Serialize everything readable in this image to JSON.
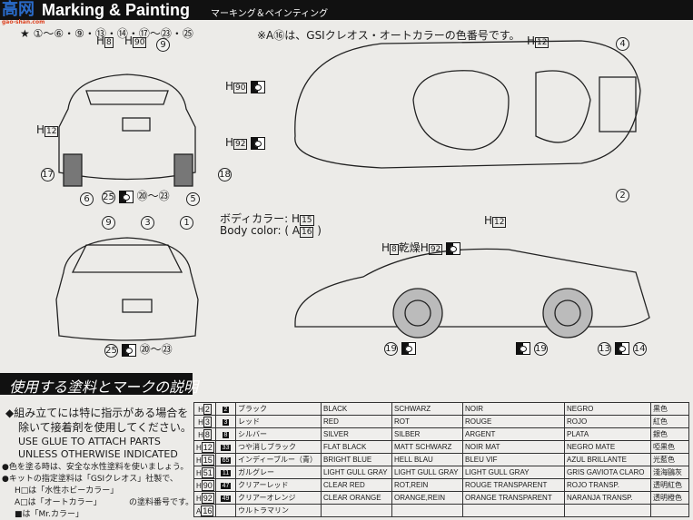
{
  "header": {
    "title": "Marking & Painting",
    "subtitle": "マーキング＆ペインティング",
    "logo": "高网",
    "logo_url": "gao-shan.com"
  },
  "markers_line": "★ ①～⑥・⑨・⑬・⑭・⑰～㉓・㉕",
  "auto_color_note": "※A⑯は、GSIクレオス・オートカラーの色番号です。",
  "rear_view": {
    "h8": "8",
    "h90_top": "90",
    "n9": "9",
    "h90_right": "90",
    "h12": "12",
    "h92": "92",
    "n17": "17",
    "n18": "18",
    "n6": "6",
    "n25": "25",
    "n20_23": "⑳～㉓",
    "n5": "5"
  },
  "front_view": {
    "n9": "9",
    "n3": "3",
    "n1": "1",
    "n25": "25",
    "n20_23": "⑳～㉓"
  },
  "top_view": {
    "h12_top": "12",
    "n4": "4",
    "n2": "2",
    "h12_bottom": "12"
  },
  "body_color": {
    "jp_label": "ボディカラー:",
    "jp_value": "15",
    "en_label": "Body color:",
    "en_value": "16"
  },
  "side_view": {
    "label_h8": "8",
    "dry": "乾燥",
    "label_h92": "92",
    "n19a": "19",
    "n19b": "19",
    "n13": "13",
    "n14": "14"
  },
  "section": {
    "title": "使用する塗料とマークの説明",
    "glue_jp1": "◆組み立てには特に指示がある場合を",
    "glue_jp2": "除いて接着剤を使用してください。",
    "glue_en1": "USE GLUE TO ATTACH PARTS",
    "glue_en2": "UNLESS OTHERWISE INDICATED",
    "safe_paint": "●色を塗る時は、安全な水性塗料を使いましょう。",
    "kit_paint": "●キットの指定塗料は「GSIクレオス」社製で、",
    "h_note": "H□は「水性ホビーカラー」",
    "a_note": "A□は「オートカラー」",
    "m_note": "■は「Mr.カラー」",
    "suffix": "の塗料番号です。"
  },
  "paint_table": [
    [
      "H",
      "2",
      "2",
      "ブラック",
      "BLACK",
      "SCHWARZ",
      "NOIR",
      "NEGRO",
      "黒色"
    ],
    [
      "H",
      "3",
      "3",
      "レッド",
      "RED",
      "ROT",
      "ROUGE",
      "ROJO",
      "紅色"
    ],
    [
      "H",
      "8",
      "8",
      "シルバー",
      "SILVER",
      "SILBER",
      "ARGENT",
      "PLATA",
      "銀色"
    ],
    [
      "H",
      "12",
      "33",
      "つや消しブラック",
      "FLAT BLACK",
      "MATT SCHWARZ",
      "NOIR MAT",
      "NEGRO MATE",
      "啞黒色"
    ],
    [
      "H",
      "15",
      "65",
      "インディーブルー（青）",
      "BRIGHT BLUE",
      "HELL BLAU",
      "BLEU VIF",
      "AZUL BRILLANTE",
      "光藍色"
    ],
    [
      "H",
      "51",
      "11",
      "ガルグレー",
      "LIGHT GULL GRAY",
      "LIGHT GULL GRAY",
      "LIGHT GULL GRAY",
      "GRIS GAVIOTA CLARO",
      "淺海鷗灰"
    ],
    [
      "H",
      "90",
      "47",
      "クリアーレッド",
      "CLEAR RED",
      "ROT,REIN",
      "ROUGE TRANSPARENT",
      "ROJO TRANSP.",
      "透明紅色"
    ],
    [
      "H",
      "92",
      "49",
      "クリアーオレンジ",
      "CLEAR ORANGE",
      "ORANGE,REIN",
      "ORANGE TRANSPARENT",
      "NARANJA TRANSP.",
      "透明橙色"
    ],
    [
      "A",
      "16",
      "",
      "ウルトラマリン",
      "",
      "",
      "",
      "",
      ""
    ]
  ]
}
